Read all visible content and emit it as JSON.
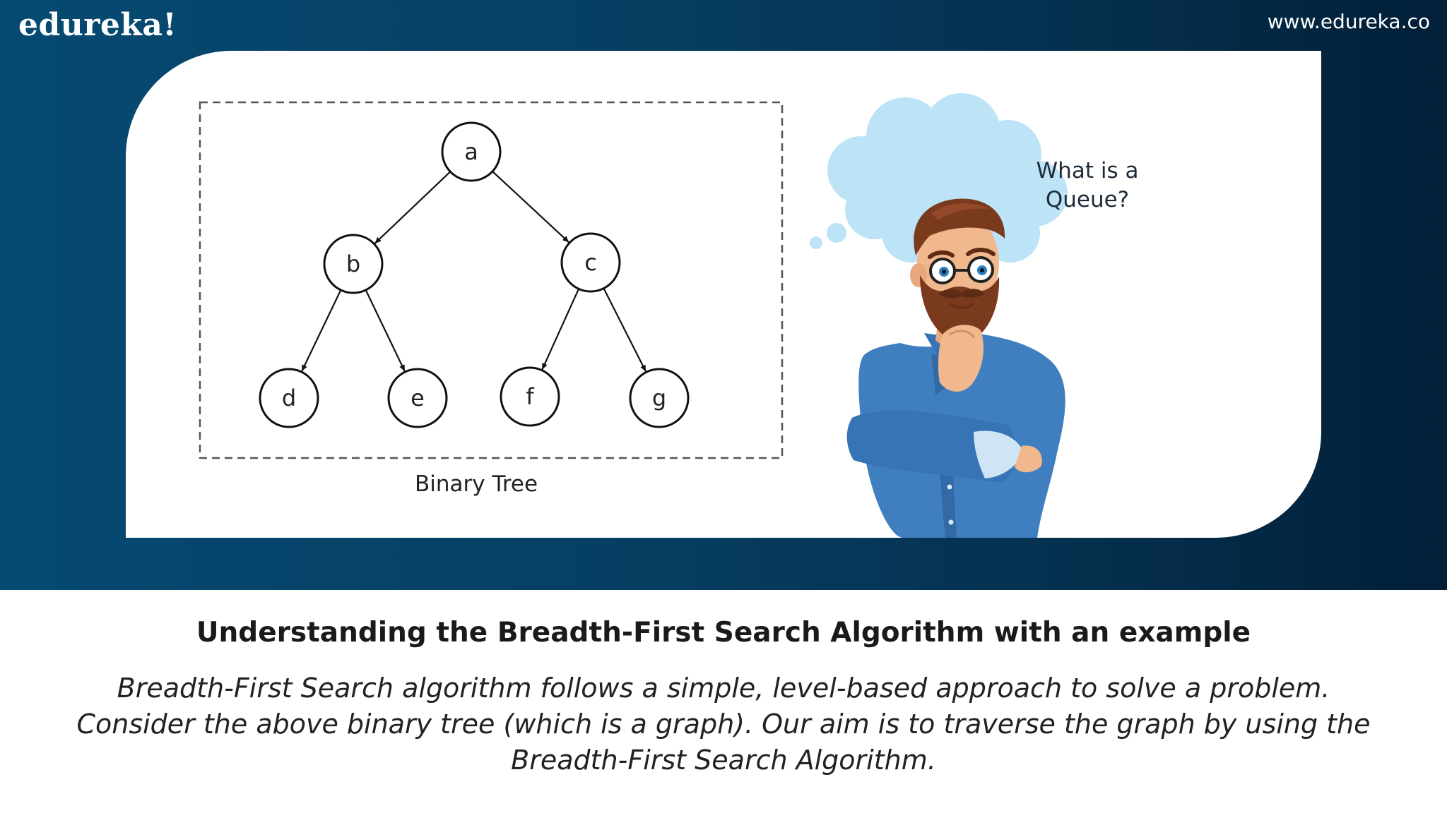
{
  "header": {
    "brand": "edureka!",
    "site_url": "www.edureka.co"
  },
  "diagram": {
    "type": "binary-tree",
    "caption": "Binary Tree",
    "nodes": [
      {
        "id": "a",
        "label": "a"
      },
      {
        "id": "b",
        "label": "b"
      },
      {
        "id": "c",
        "label": "c"
      },
      {
        "id": "d",
        "label": "d"
      },
      {
        "id": "e",
        "label": "e"
      },
      {
        "id": "f",
        "label": "f"
      },
      {
        "id": "g",
        "label": "g"
      }
    ],
    "edges": [
      {
        "from": "a",
        "to": "b"
      },
      {
        "from": "a",
        "to": "c"
      },
      {
        "from": "b",
        "to": "d"
      },
      {
        "from": "b",
        "to": "e"
      },
      {
        "from": "c",
        "to": "f"
      },
      {
        "from": "c",
        "to": "g"
      }
    ]
  },
  "thought_bubble": {
    "line1": "What is a",
    "line2": "Queue?"
  },
  "colors": {
    "banner": "#064a72",
    "cloud": "#bde3f7",
    "shirt": "#3f7fc0"
  },
  "caption": {
    "title": "Understanding the Breadth-First Search Algorithm with an example",
    "description": "Breadth-First Search algorithm follows a simple, level-based approach to solve a problem. Consider the above binary tree (which is a graph). Our aim is to traverse the graph by using the Breadth-First Search Algorithm."
  }
}
